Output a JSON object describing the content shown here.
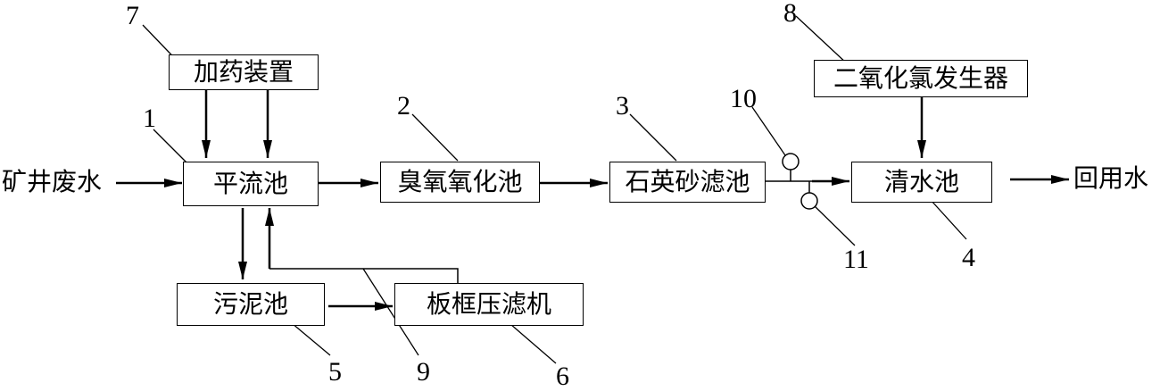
{
  "labels": {
    "input": "矿井废水",
    "output": "回用水"
  },
  "boxes": {
    "dosing": "加药装置",
    "sedimentation": "平流池",
    "ozone": "臭氧氧化池",
    "sand_filter": "石英砂滤池",
    "clear_water": "清水池",
    "chlorine_dioxide": "二氧化氯发生器",
    "sludge": "污泥池",
    "filter_press": "板框压滤机"
  },
  "numbers": {
    "n1": "1",
    "n2": "2",
    "n3": "3",
    "n4": "4",
    "n5": "5",
    "n6": "6",
    "n7": "7",
    "n8": "8",
    "n9": "9",
    "n10": "10",
    "n11": "11"
  }
}
